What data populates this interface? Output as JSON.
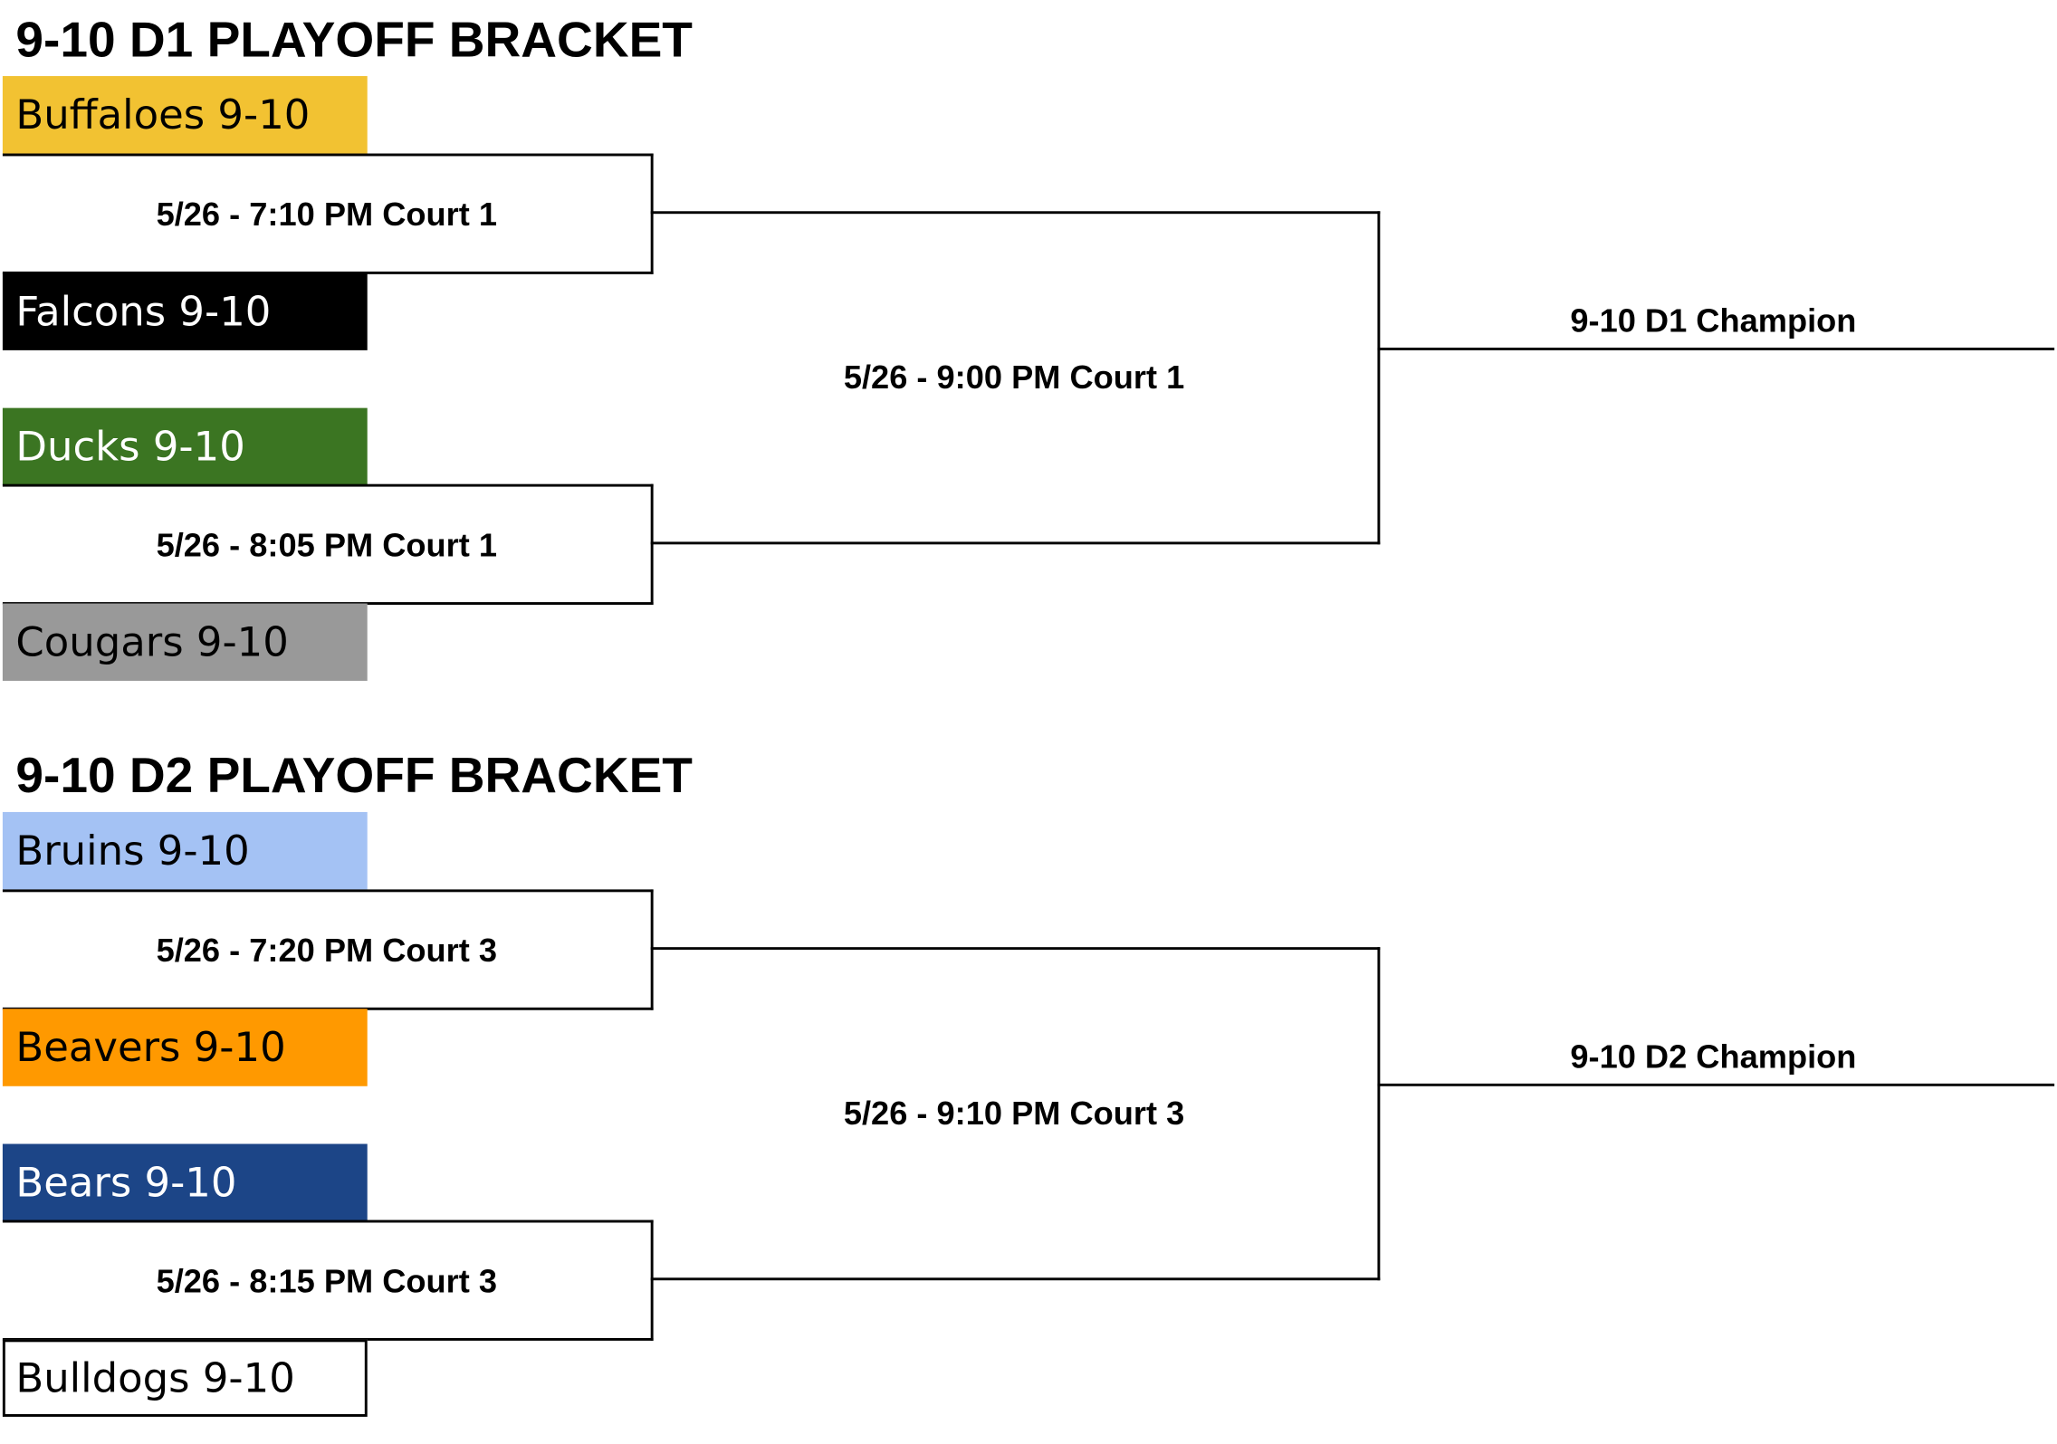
{
  "brackets": [
    {
      "title": "9-10 D1 PLAYOFF BRACKET",
      "teams": [
        {
          "name": "Buffaloes 9-10",
          "bg": "#f2c232",
          "fg": "#000000"
        },
        {
          "name": "Falcons 9-10",
          "bg": "#000000",
          "fg": "#ffffff"
        },
        {
          "name": "Ducks 9-10",
          "bg": "#3b7522",
          "fg": "#ffffff"
        },
        {
          "name": "Cougars 9-10",
          "bg": "#999999",
          "fg": "#000000"
        }
      ],
      "games": {
        "semi1": "5/26 - 7:10 PM Court 1",
        "semi2": "5/26 - 8:05 PM Court 1",
        "final": "5/26 - 9:00 PM Court 1"
      },
      "champion": "9-10 D1 Champion"
    },
    {
      "title": "9-10 D2 PLAYOFF BRACKET",
      "teams": [
        {
          "name": "Bruins 9-10",
          "bg": "#a4c2f4",
          "fg": "#000000"
        },
        {
          "name": "Beavers 9-10",
          "bg": "#ff9900",
          "fg": "#000000"
        },
        {
          "name": "Bears 9-10",
          "bg": "#1c4587",
          "fg": "#ffffff"
        },
        {
          "name": "Bulldogs 9-10",
          "bg": "#ffffff",
          "fg": "#000000",
          "outlined": true
        }
      ],
      "games": {
        "semi1": "5/26 - 7:20 PM Court 3",
        "semi2": "5/26 - 8:15 PM Court 3",
        "final": "5/26 - 9:10 PM Court 3"
      },
      "champion": "9-10 D2 Champion"
    }
  ]
}
